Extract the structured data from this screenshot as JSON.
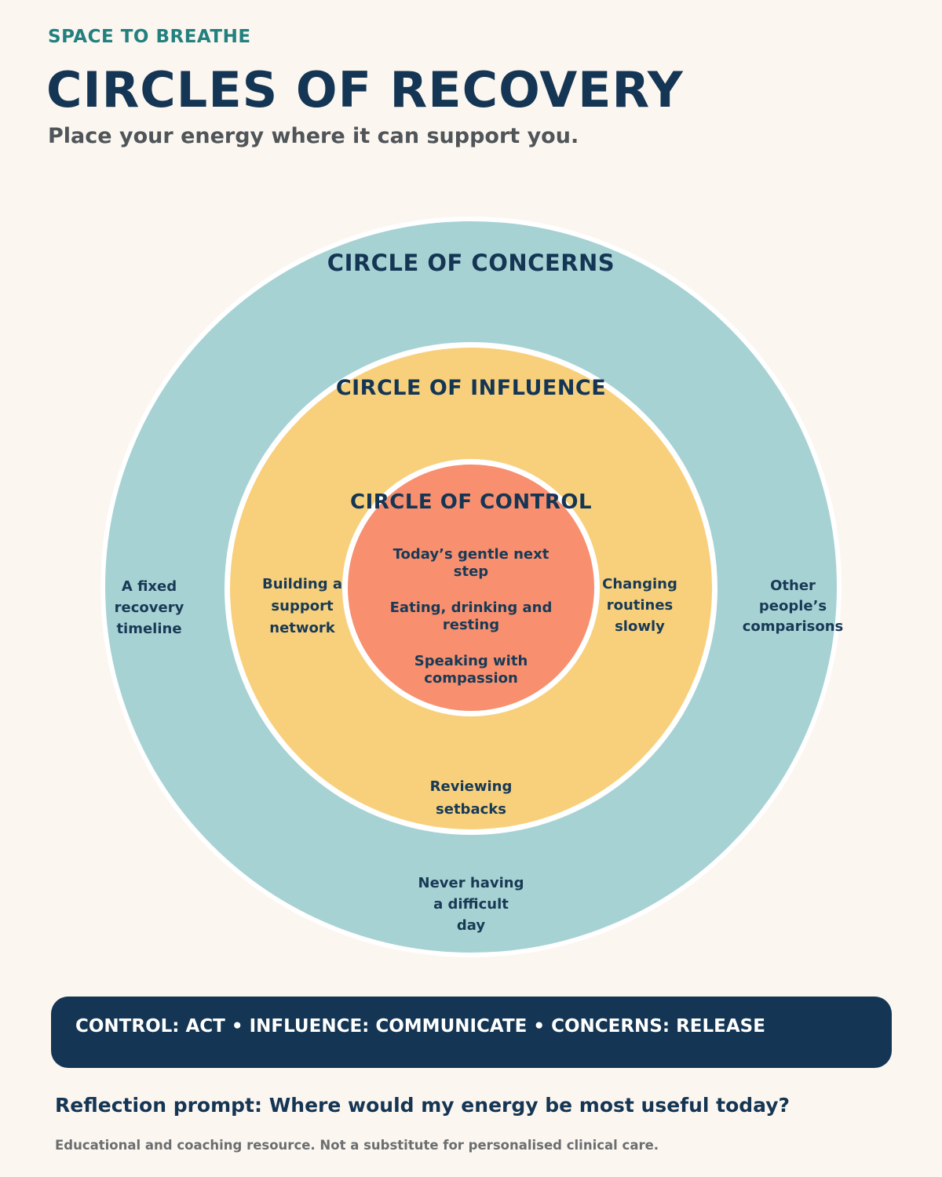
{
  "header": {
    "eyebrow": "SPACE TO BREATHE",
    "title": "CIRCLES OF RECOVERY",
    "subtitle": "Place your energy where it can support you."
  },
  "circles": {
    "concerns": {
      "title": "CIRCLE OF CONCERNS",
      "color": "#a7d2d4",
      "items": [
        [
          "A fixed",
          "recovery",
          "timeline"
        ],
        [
          "Other",
          "people’s",
          "comparisons"
        ],
        [
          "Never having",
          "a difficult",
          "day"
        ]
      ]
    },
    "influence": {
      "title": "CIRCLE OF INFLUENCE",
      "color": "#f8d07c",
      "items": [
        [
          "Building a",
          "support",
          "network"
        ],
        [
          "Changing",
          "routines",
          "slowly"
        ],
        [
          "Reviewing",
          "setbacks"
        ]
      ]
    },
    "control": {
      "title": "CIRCLE OF CONTROL",
      "color": "#f88f6f",
      "items": [
        [
          "Today’s gentle next",
          "step"
        ],
        [
          "Eating, drinking and",
          "resting"
        ],
        [
          "Speaking with",
          "compassion"
        ]
      ]
    }
  },
  "banner": {
    "text": "CONTROL: ACT • INFLUENCE: COMMUNICATE • CONCERNS: RELEASE",
    "color": "#143654"
  },
  "reflection_prompt": "Reflection prompt: Where would my energy be most useful today?",
  "disclaimer": "Educational and coaching resource. Not a substitute for personalised clinical care."
}
